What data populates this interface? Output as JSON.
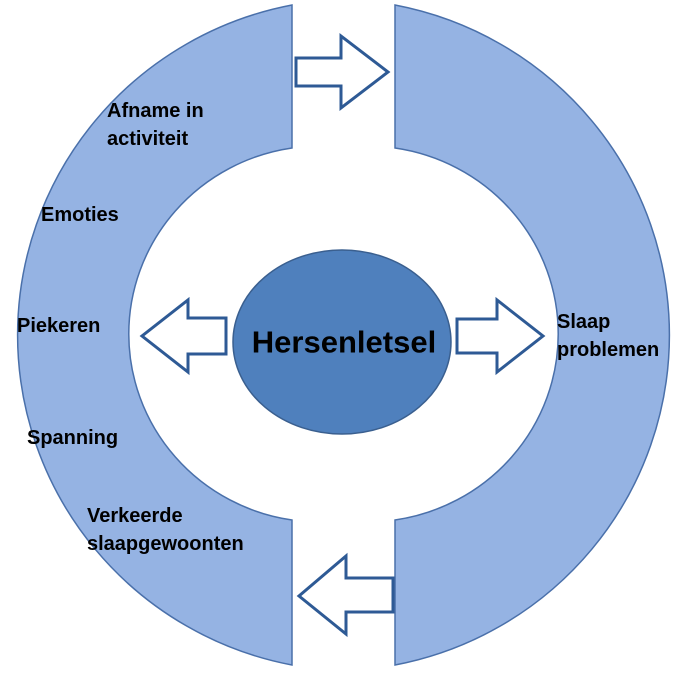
{
  "diagram": {
    "center": "Hersenletsel",
    "left_items": [
      [
        "Afname in",
        "activiteit"
      ],
      [
        "Emoties"
      ],
      [
        "Piekeren"
      ],
      [
        "Spanning"
      ],
      [
        "Verkeerde",
        "slaapgewoonten"
      ]
    ],
    "right_item": [
      "Slaap",
      "problemen"
    ]
  },
  "colors": {
    "ring_fill": "#95b3e3",
    "ring_stroke": "#4a70aa",
    "center_fill": "#4f80bd",
    "center_stroke": "#3a5f8f",
    "arrow_fill": "#ffffff",
    "arrow_stroke": "#2e5a95"
  },
  "icons": {
    "top_arrow": "arrow-right-icon",
    "bottom_arrow": "arrow-left-icon",
    "center_left_arrow": "arrow-left-icon",
    "center_right_arrow": "arrow-right-icon"
  }
}
